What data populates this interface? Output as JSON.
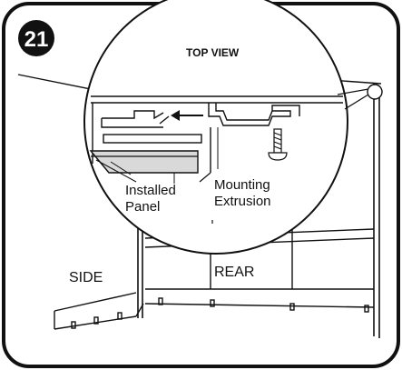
{
  "step": {
    "number": "21",
    "badge_color": "#111111"
  },
  "callout": {
    "title": "TOP VIEW",
    "installed_panel_line1": "Installed",
    "installed_panel_line2": "Panel",
    "mounting_extrusion_line1": "Mounting",
    "mounting_extrusion_line2": "Extrusion"
  },
  "walls": {
    "side_label": "SIDE",
    "rear_label": "REAR"
  },
  "colors": {
    "line": "#111111",
    "panel_gray": "#d9d9d9",
    "background": "#ffffff"
  }
}
